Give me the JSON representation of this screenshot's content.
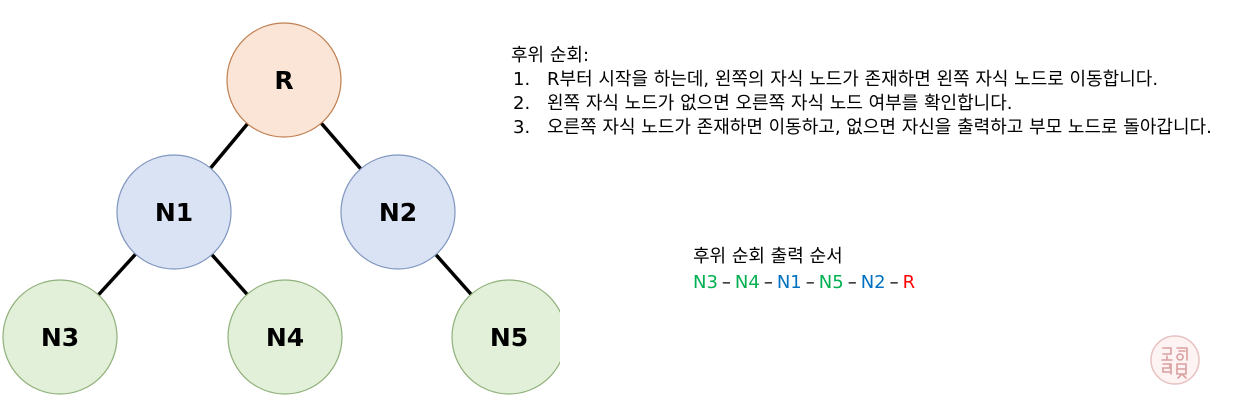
{
  "tree": {
    "nodes": [
      {
        "id": "R",
        "label": "R",
        "fill": "#fbe5d6",
        "stroke": "#c07f52"
      },
      {
        "id": "N1",
        "label": "N1",
        "fill": "#dae3f3",
        "stroke": "#7f96be"
      },
      {
        "id": "N2",
        "label": "N2",
        "fill": "#dae3f3",
        "stroke": "#7f96be"
      },
      {
        "id": "N3",
        "label": "N3",
        "fill": "#e2f0d9",
        "stroke": "#8fb07a"
      },
      {
        "id": "N4",
        "label": "N4",
        "fill": "#e2f0d9",
        "stroke": "#8fb07a"
      },
      {
        "id": "N5",
        "label": "N5",
        "fill": "#e2f0d9",
        "stroke": "#8fb07a"
      }
    ],
    "edges": [
      {
        "from": "R",
        "to": "N1"
      },
      {
        "from": "R",
        "to": "N2"
      },
      {
        "from": "N1",
        "to": "N3"
      },
      {
        "from": "N1",
        "to": "N4"
      },
      {
        "from": "N2",
        "to": "N5"
      }
    ]
  },
  "explanation": {
    "title": "후위 순회:",
    "steps": [
      {
        "num": "1.",
        "text": "R부터 시작을 하는데, 왼쪽의 자식 노드가 존재하면 왼쪽 자식 노드로 이동합니다."
      },
      {
        "num": "2.",
        "text": "왼쪽 자식 노드가 없으면 오른쪽 자식 노드 여부를 확인합니다."
      },
      {
        "num": "3.",
        "text": "오른쪽 자식 노드가 존재하면 이동하고, 없으면 자신을 출력하고 부모 노드로 돌아갑니다."
      }
    ]
  },
  "result": {
    "title": "후위 순회 출력 순서",
    "separator": "–",
    "sequence": [
      {
        "label": "N3",
        "color": "#00b050"
      },
      {
        "label": "N4",
        "color": "#00b050"
      },
      {
        "label": "N1",
        "color": "#0070c0"
      },
      {
        "label": "N5",
        "color": "#00b050"
      },
      {
        "label": "N2",
        "color": "#0070c0"
      },
      {
        "label": "R",
        "color": "#ff0000"
      }
    ]
  },
  "stamp": {
    "color": "#d9a0a0",
    "text": "강화림뤄"
  }
}
